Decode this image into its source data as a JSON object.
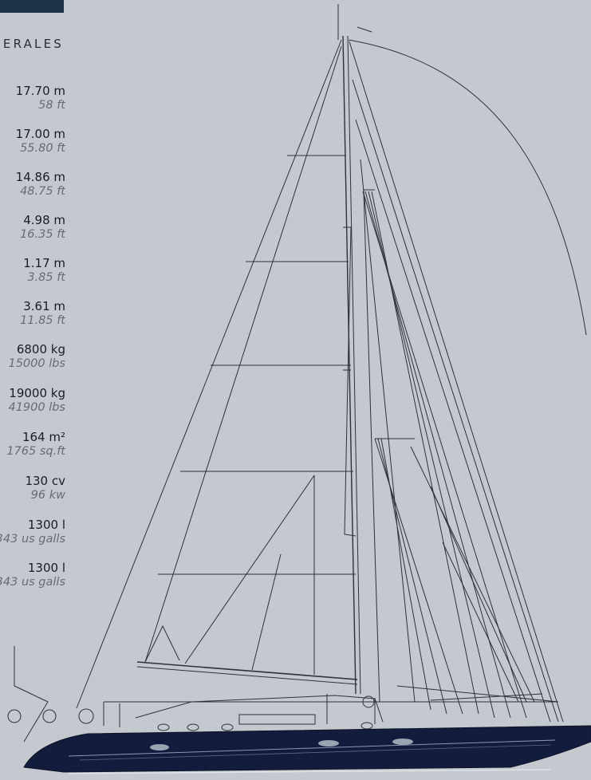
{
  "header": {
    "heading": "ERALES"
  },
  "specs": [
    {
      "metric": "17.70 m",
      "imperial": "58 ft"
    },
    {
      "metric": "17.00 m",
      "imperial": "55.80 ft"
    },
    {
      "metric": "14.86 m",
      "imperial": "48.75 ft"
    },
    {
      "metric": "4.98 m",
      "imperial": "16.35 ft"
    },
    {
      "metric": "1.17 m",
      "imperial": "3.85 ft"
    },
    {
      "metric": "3.61 m",
      "imperial": "11.85 ft"
    },
    {
      "metric": "6800 kg",
      "imperial": "15000 lbs"
    },
    {
      "metric": "19000 kg",
      "imperial": "41900 lbs"
    },
    {
      "metric": "164 m²",
      "imperial": "1765 sq.ft"
    },
    {
      "metric": "130 cv",
      "imperial": "96 kw"
    },
    {
      "metric": "1300 l",
      "imperial": "343 us galls"
    },
    {
      "metric": "1300 l",
      "imperial": "343 us galls"
    }
  ],
  "colors": {
    "background": "#c3c9ce",
    "hull": "#131c3c",
    "linework": "#2e3236",
    "tab": "#1c3448"
  }
}
